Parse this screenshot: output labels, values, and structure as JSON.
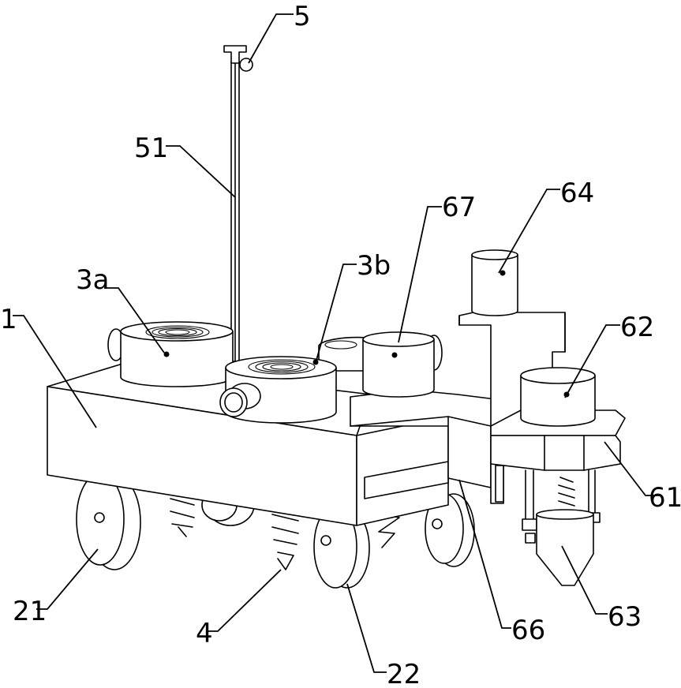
{
  "labels": {
    "l5": "5",
    "l51": "51",
    "l67": "67",
    "l64": "64",
    "l3a": "3a",
    "l3b": "3b",
    "l1": "1",
    "l62": "62",
    "l61": "61",
    "l63": "63",
    "l66": "66",
    "l21": "21",
    "l4": "4",
    "l22": "22"
  }
}
